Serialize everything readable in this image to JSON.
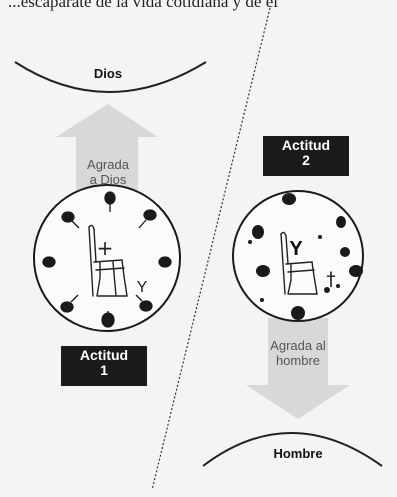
{
  "top_text": "...escaparate de la vida cotidiana y de el",
  "top_label": "Dios",
  "bottom_label": "Hombre",
  "left_arrow_text": [
    "Agrada",
    "a Dios"
  ],
  "right_arrow_text": [
    "Agrada al",
    "hombre"
  ],
  "left_badge": [
    "Actitud",
    "1"
  ],
  "right_badge": [
    "Actitud",
    "2"
  ],
  "left_circle_symbols": {
    "cross": "+",
    "y": "Y"
  },
  "right_circle_symbols": {
    "cross": "†",
    "y": "Y"
  },
  "colors": {
    "arrow": "#d9d9d9",
    "badge": "#1b1b1b",
    "line": "#222222",
    "background": "#f4f4f4"
  }
}
